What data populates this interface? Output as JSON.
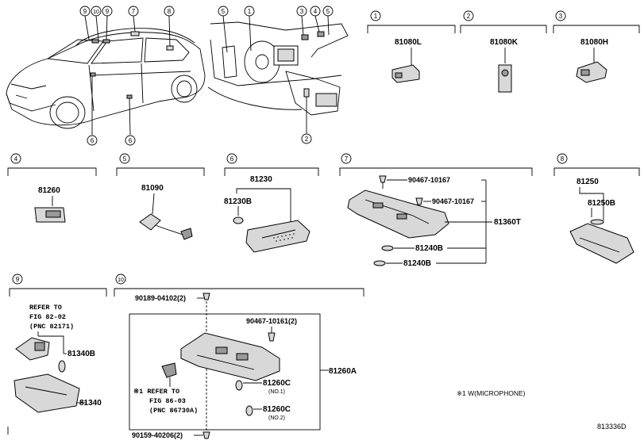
{
  "sections": [
    {
      "num": "1",
      "part": "81080L"
    },
    {
      "num": "2",
      "part": "81080K"
    },
    {
      "num": "3",
      "part": "81080H"
    },
    {
      "num": "4",
      "part": "81260"
    },
    {
      "num": "5",
      "part": "81090"
    },
    {
      "num": "6",
      "part": "81230",
      "subpart": "81230B"
    },
    {
      "num": "7",
      "parts": [
        "90467-10167",
        "90467-10167",
        "81360T",
        "81240B",
        "81240B"
      ]
    },
    {
      "num": "8",
      "part": "81250",
      "subpart": "81250B"
    },
    {
      "num": "9",
      "refer": [
        "REFER TO",
        "FIG 82-02",
        "(PNC 82171)"
      ],
      "parts": [
        "81340B",
        "81340"
      ]
    },
    {
      "num": "10",
      "parts": [
        "90189-04102(2)",
        "90467-10161(2)",
        "81260A",
        "81260C",
        "81260C",
        "90159-40206(2)"
      ],
      "notes": [
        "(NO.1)",
        "(NO.2)"
      ],
      "refer": [
        "※1 REFER TO",
        "FIG 86-03",
        "(PNC 86730A)"
      ]
    }
  ],
  "car_callouts": [
    "9",
    "10",
    "9",
    "7",
    "8",
    "6",
    "6"
  ],
  "dash_callouts": [
    "5",
    "1",
    "3",
    "4",
    "5",
    "2"
  ],
  "footnote": "※1 W(MICROPHONE)",
  "diagram_id": "813336D"
}
